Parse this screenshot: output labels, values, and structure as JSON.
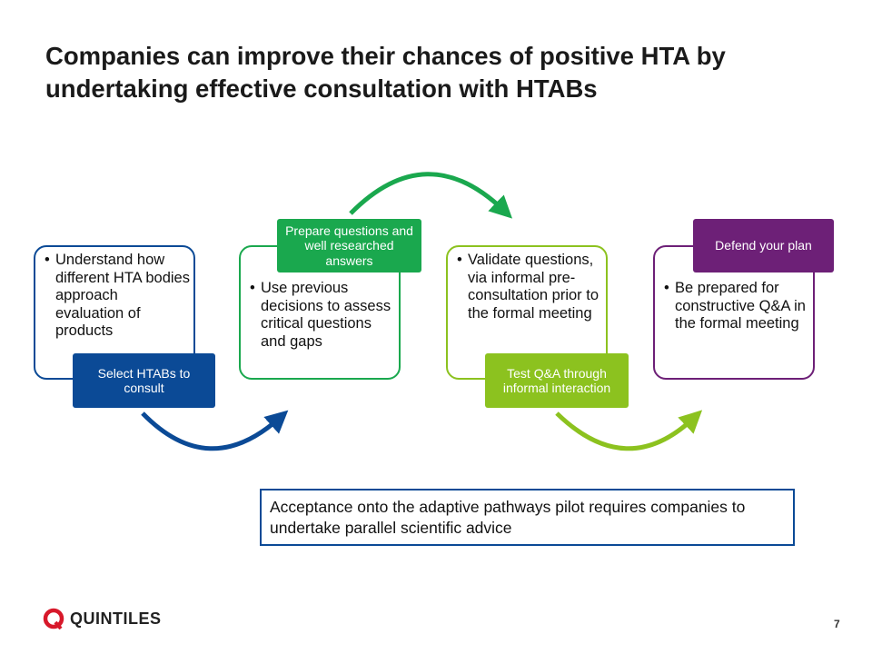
{
  "title": "Companies can improve their chances of positive HTA by undertaking effective consultation with HTABs",
  "steps": [
    {
      "bullet": "Understand how different HTA bodies approach evaluation of products",
      "label": "Select HTABs to consult",
      "color": "#0b4a96"
    },
    {
      "bullet": "Use previous decisions to assess critical questions and gaps",
      "label": "Prepare questions and well researched answers",
      "color": "#1aa84e"
    },
    {
      "bullet": "Validate questions, via informal pre-consultation prior to the formal meeting",
      "label": "Test Q&A through informal interaction",
      "color": "#8cc21f"
    },
    {
      "bullet": "Be prepared for constructive Q&A in the formal meeting",
      "label": "Defend your plan",
      "color": "#6d2077"
    }
  ],
  "callout": "Acceptance onto the adaptive pathways pilot requires companies to undertake parallel scientific advice",
  "logo": "QUINTILES",
  "page_number": "7"
}
